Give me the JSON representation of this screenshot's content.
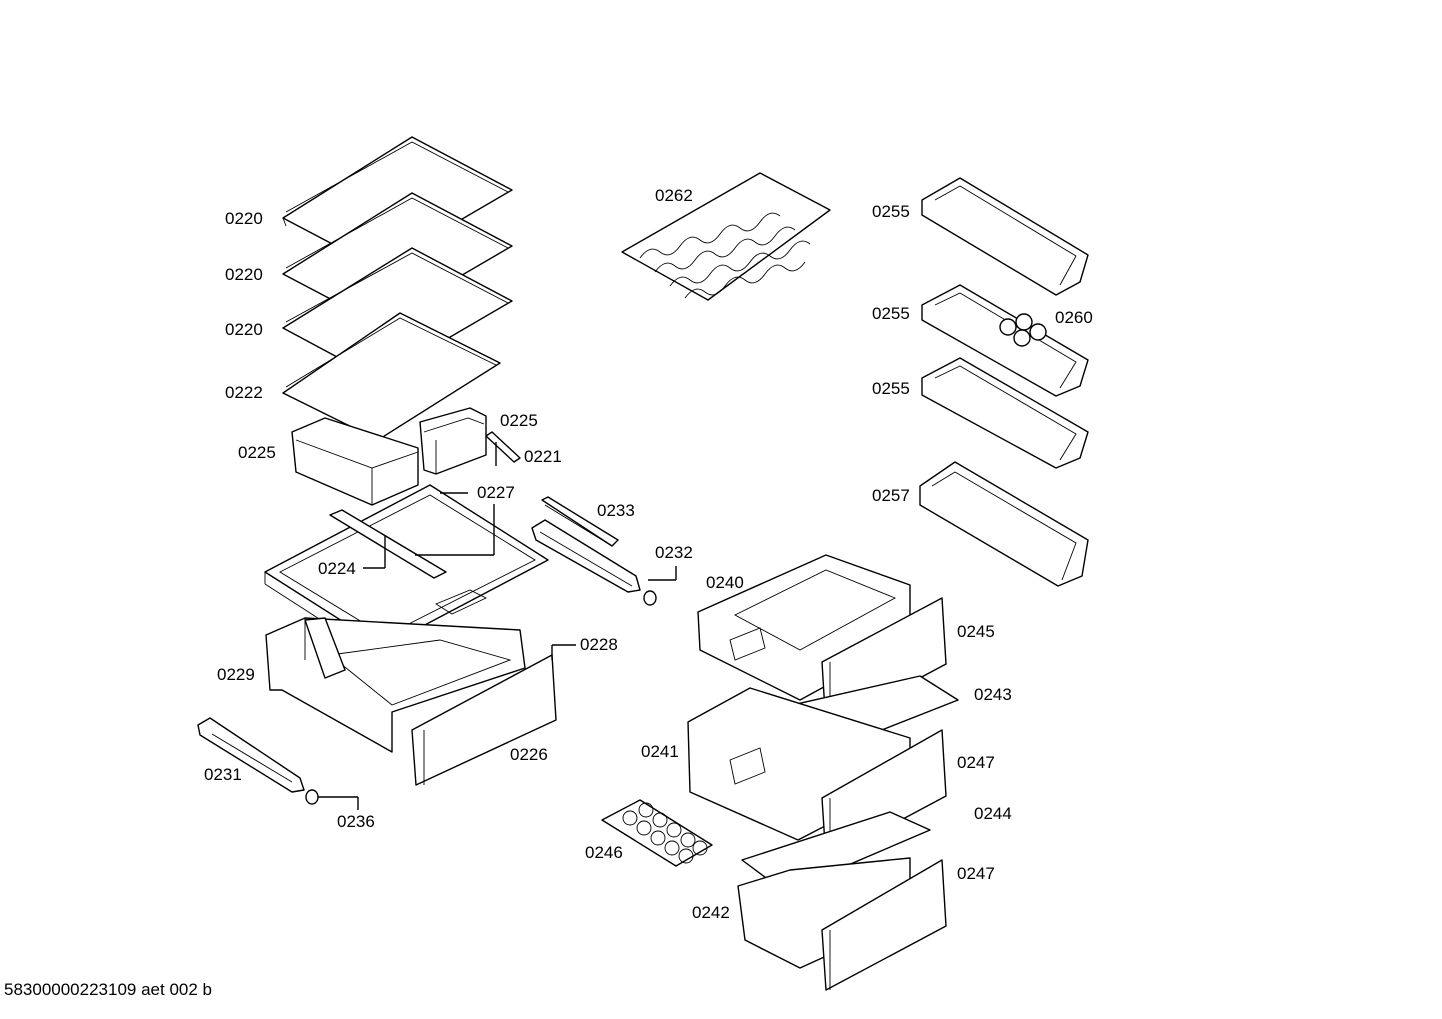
{
  "document_id": "58300000223109 aet 002 b",
  "labels": {
    "l0220a": "0220",
    "l0220b": "0220",
    "l0220c": "0220",
    "l0222": "0222",
    "l0225a": "0225",
    "l0225b": "0225",
    "l0221": "0221",
    "l0227": "0227",
    "l0224": "0224",
    "l0233": "0233",
    "l0232": "0232",
    "l0228": "0228",
    "l0229": "0229",
    "l0226": "0226",
    "l0231": "0231",
    "l0236": "0236",
    "l0262": "0262",
    "l0255a": "0255",
    "l0255b": "0255",
    "l0260": "0260",
    "l0255c": "0255",
    "l0257": "0257",
    "l0240": "0240",
    "l0245": "0245",
    "l0243": "0243",
    "l0241": "0241",
    "l0247a": "0247",
    "l0244": "0244",
    "l0246": "0246",
    "l0247b": "0247",
    "l0242": "0242"
  }
}
